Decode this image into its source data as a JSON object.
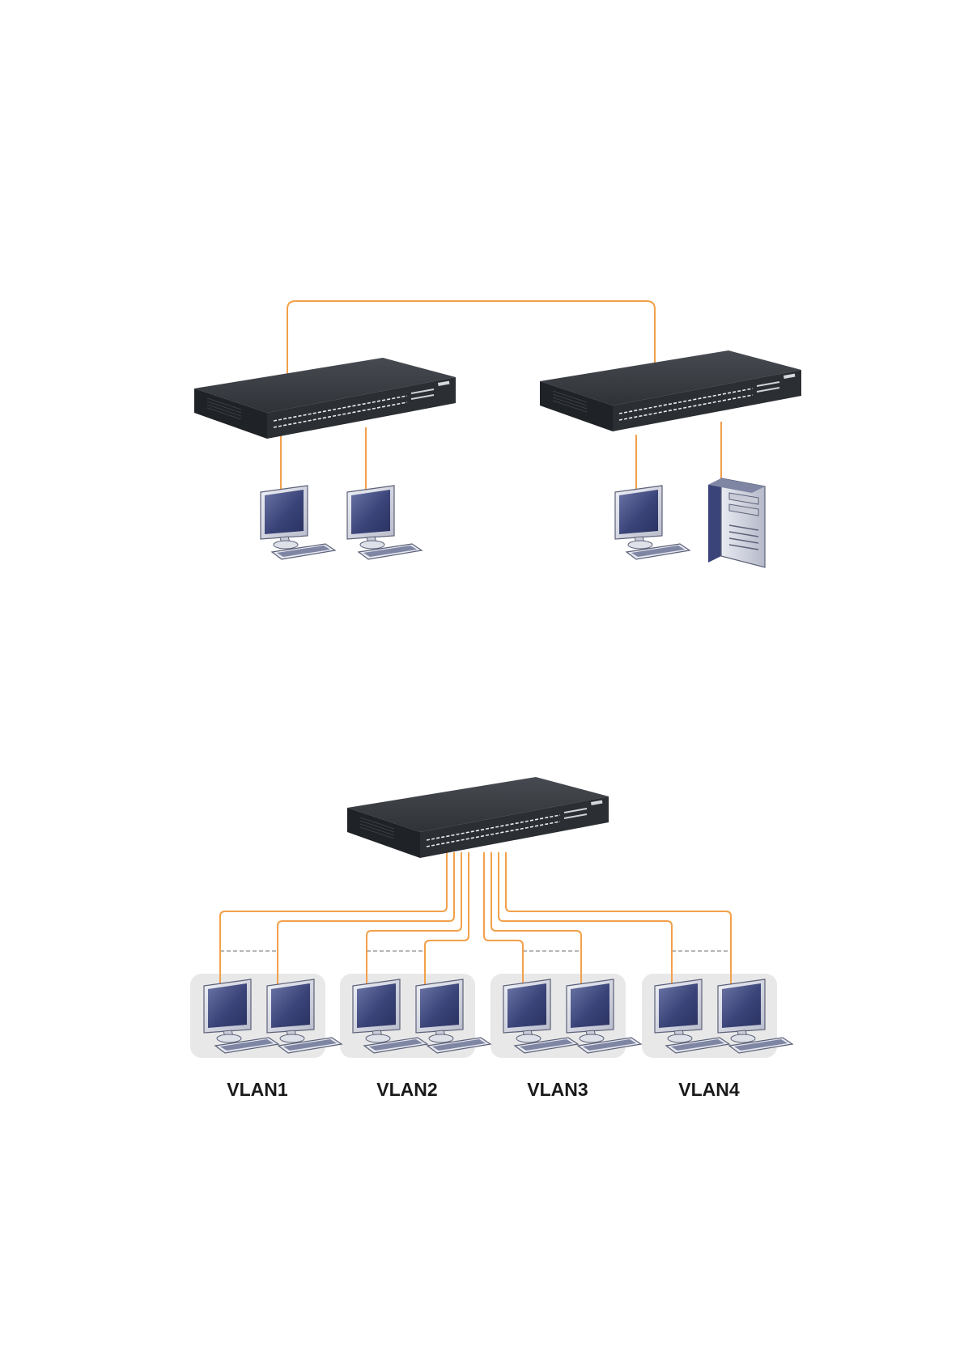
{
  "diagrams": [
    {
      "name": "switch-to-switch",
      "nodes": [
        "switch",
        "switch",
        "workstation",
        "workstation",
        "workstation",
        "server"
      ]
    },
    {
      "name": "vlan-segmentation",
      "groups": [
        {
          "label": "VLAN1",
          "members": [
            "workstation",
            "workstation"
          ]
        },
        {
          "label": "VLAN2",
          "members": [
            "workstation",
            "workstation"
          ]
        },
        {
          "label": "VLAN3",
          "members": [
            "workstation",
            "workstation"
          ]
        },
        {
          "label": "VLAN4",
          "members": [
            "workstation",
            "workstation"
          ]
        }
      ]
    }
  ],
  "colors": {
    "cable": "#f2a04a",
    "switch_top": "#3a3d42",
    "switch_front": "#25282c",
    "group_panel": "#e8e8e8",
    "group_link": "#8c8c8c",
    "label": "#1a1a1a"
  },
  "icons": [
    "switch-icon",
    "monitor-icon",
    "keyboard-icon",
    "server-tower-icon"
  ]
}
